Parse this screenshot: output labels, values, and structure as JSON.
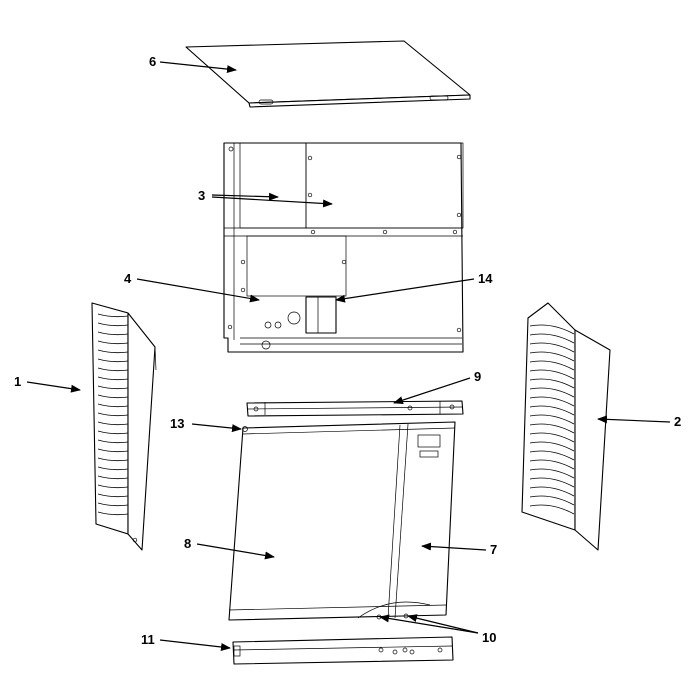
{
  "callouts": {
    "c1": "1",
    "c2": "2",
    "c3": "3",
    "c4": "4",
    "c6": "6",
    "c7": "7",
    "c8": "8",
    "c9": "9",
    "c10": "10",
    "c11": "11",
    "c13": "13",
    "c14": "14"
  },
  "colors": {
    "line": "#000000",
    "background": "#ffffff"
  }
}
